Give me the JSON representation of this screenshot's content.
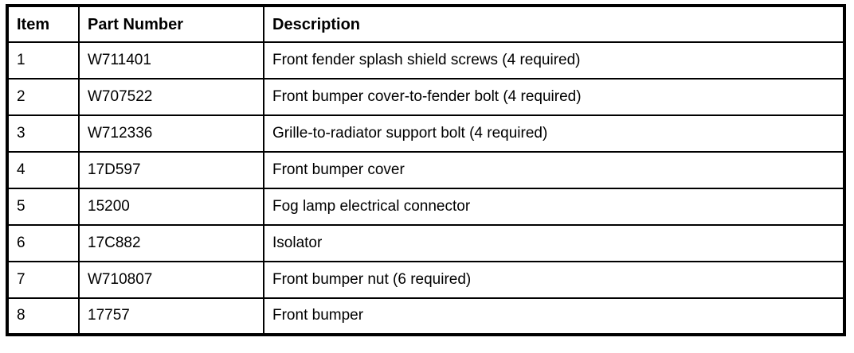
{
  "page": {
    "background": "#ffffff",
    "text_color": "#000000",
    "border_color": "#000000"
  },
  "table": {
    "columns": [
      {
        "key": "item",
        "label": "Item"
      },
      {
        "key": "part_number",
        "label": "Part Number"
      },
      {
        "key": "description",
        "label": "Description"
      }
    ],
    "rows": [
      {
        "item": "1",
        "part_number": "W711401",
        "description": "Front fender splash shield screws (4 required)"
      },
      {
        "item": "2",
        "part_number": "W707522",
        "description": "Front bumper cover-to-fender bolt (4 required)"
      },
      {
        "item": "3",
        "part_number": "W712336",
        "description": "Grille-to-radiator support bolt (4 required)"
      },
      {
        "item": "4",
        "part_number": "17D597",
        "description": "Front bumper cover"
      },
      {
        "item": "5",
        "part_number": "15200",
        "description": "Fog lamp electrical connector"
      },
      {
        "item": "6",
        "part_number": "17C882",
        "description": "Isolator"
      },
      {
        "item": "7",
        "part_number": "W710807",
        "description": "Front bumper nut (6 required)"
      },
      {
        "item": "8",
        "part_number": "17757",
        "description": "Front bumper"
      }
    ]
  }
}
